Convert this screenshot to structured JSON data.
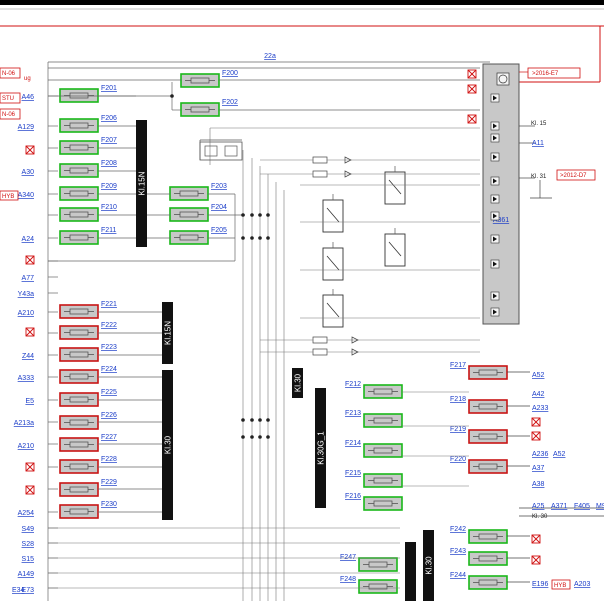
{
  "header": {
    "sheet_ref": "22a",
    "cross_ref_top": ">2016-E7"
  },
  "module": {
    "label": "A361",
    "cross_ref": ">2012-D7"
  },
  "bus_labels": {
    "kl15n_upper": "Kl.15N",
    "kl15n_lower": "Kl.15N",
    "kl30_left": "Kl.30",
    "kl30_mid": "Kl.30",
    "kl30g": "Kl.30G_1",
    "kl30_bottom": "Kl.30"
  },
  "terminal_labels": {
    "kl15": "Kl. 15",
    "kl31": "Kl. 31",
    "kl30": "Kl. 30"
  },
  "left_edge": {
    "top_bar": "ug",
    "row1": "N-06",
    "row2": "STU",
    "row3": "N-06"
  },
  "fuse_labels": [
    "F200",
    "F201",
    "F202",
    "F206",
    "F207",
    "F208",
    "F209",
    "F210",
    "F211",
    "F203",
    "F204",
    "F205",
    "F221",
    "F222",
    "F223",
    "F224",
    "F225",
    "F226",
    "F227",
    "F228",
    "F229",
    "F230",
    "F212",
    "F213",
    "F214",
    "F215",
    "F216",
    "F217",
    "F218",
    "F219",
    "F220",
    "F242",
    "F243",
    "F244",
    "F247",
    "F248"
  ],
  "connector_labels": [
    "A46",
    "A129",
    "A30",
    "A340",
    "A24",
    "A77",
    "Y43a",
    "A210",
    "Z44",
    "A333",
    "E5",
    "A213a",
    "A210",
    "A254",
    "A52",
    "A42",
    "A233",
    "A236",
    "A52",
    "A37",
    "A38",
    "A25",
    "A371",
    "F405",
    "M9",
    "A11",
    "A149",
    "E73",
    "E34",
    "S49",
    "S28",
    "S15",
    "A203",
    "E196"
  ],
  "badge_labels": [
    "HYB",
    "HYB"
  ]
}
